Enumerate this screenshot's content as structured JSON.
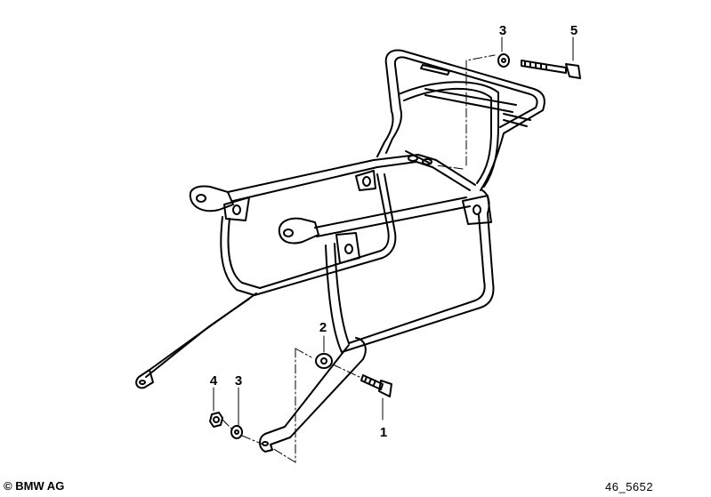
{
  "part_labels": {
    "p1": "1",
    "p2": "2",
    "p3_top": "3",
    "p5": "5",
    "p4": "4",
    "p3_bottom": "3"
  },
  "footer": {
    "copyright": "© BMW AG",
    "drawing_code": "46_5652"
  }
}
